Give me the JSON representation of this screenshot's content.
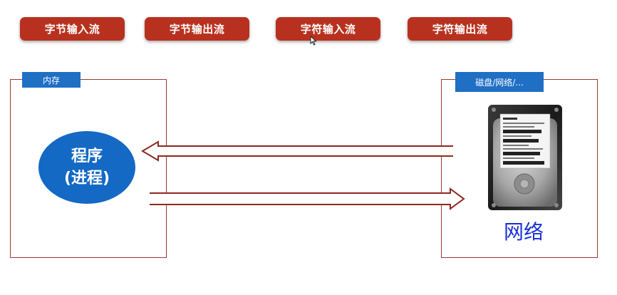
{
  "stream_buttons": [
    "字节输入流",
    "字节输出流",
    "字符输入流",
    "字符输出流"
  ],
  "memory_box": {
    "label": "内存"
  },
  "process": {
    "line1": "程序",
    "line2": "(进程)"
  },
  "device_box": {
    "label": "磁盘/网络/...",
    "caption": "网络"
  },
  "colors": {
    "button_red": "#b8311f",
    "box_border": "#9a3a2e",
    "tab_blue": "#1f6fc4",
    "circle_blue": "#1469c4",
    "caption_blue": "#1b2fd6"
  }
}
